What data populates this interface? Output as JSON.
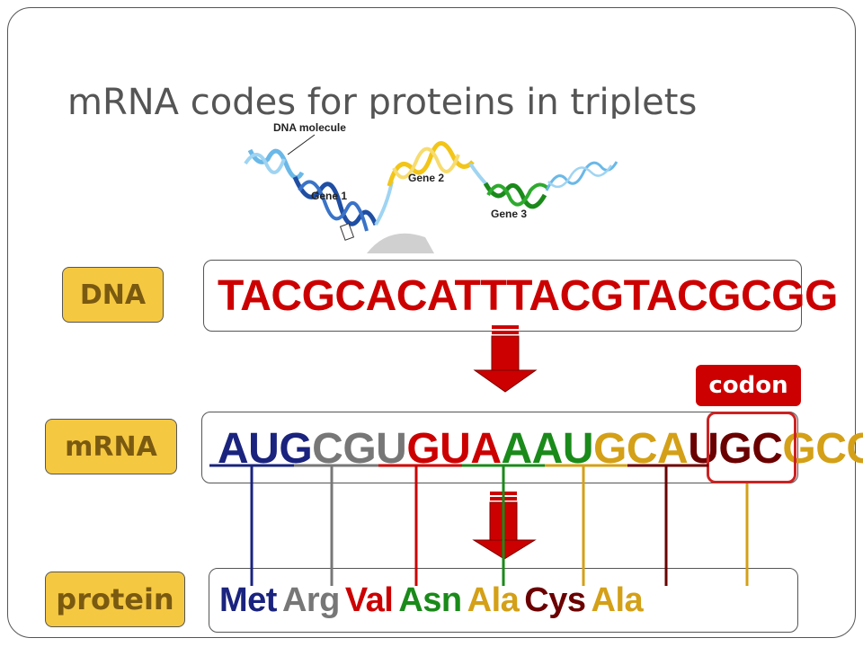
{
  "title": "mRNA codes for proteins in triplets",
  "illustration": {
    "dna_molecule_label": "DNA molecule",
    "gene1_label": "Gene 1",
    "gene2_label": "Gene 2",
    "gene3_label": "Gene 3"
  },
  "labels": {
    "dna": "DNA",
    "mrna": "mRNA",
    "protein": "protein",
    "codon": "codon"
  },
  "dna_sequence": "TACGCACATTTACGTACGCGG",
  "mrna_codons": [
    {
      "text": "AUG",
      "color": "#1a237e"
    },
    {
      "text": "CGU",
      "color": "#777777"
    },
    {
      "text": "GUA",
      "color": "#cc0000"
    },
    {
      "text": "AAU",
      "color": "#1a8a1a"
    },
    {
      "text": "GCA",
      "color": "#d4a017"
    },
    {
      "text": "UGC",
      "color": "#6b0000"
    },
    {
      "text": "GCG",
      "color": "#d4a017"
    }
  ],
  "amino_acids": [
    {
      "text": "Met",
      "color": "#1a237e"
    },
    {
      "text": "Arg",
      "color": "#777777"
    },
    {
      "text": "Val",
      "color": "#cc0000"
    },
    {
      "text": "Asn",
      "color": "#1a8a1a"
    },
    {
      "text": "Ala",
      "color": "#d4a017"
    },
    {
      "text": "Cys",
      "color": "#6b0000"
    },
    {
      "text": "Ala",
      "color": "#d4a017"
    }
  ],
  "colors": {
    "arrow": "#cc0000",
    "label_box": "#f5c842"
  }
}
